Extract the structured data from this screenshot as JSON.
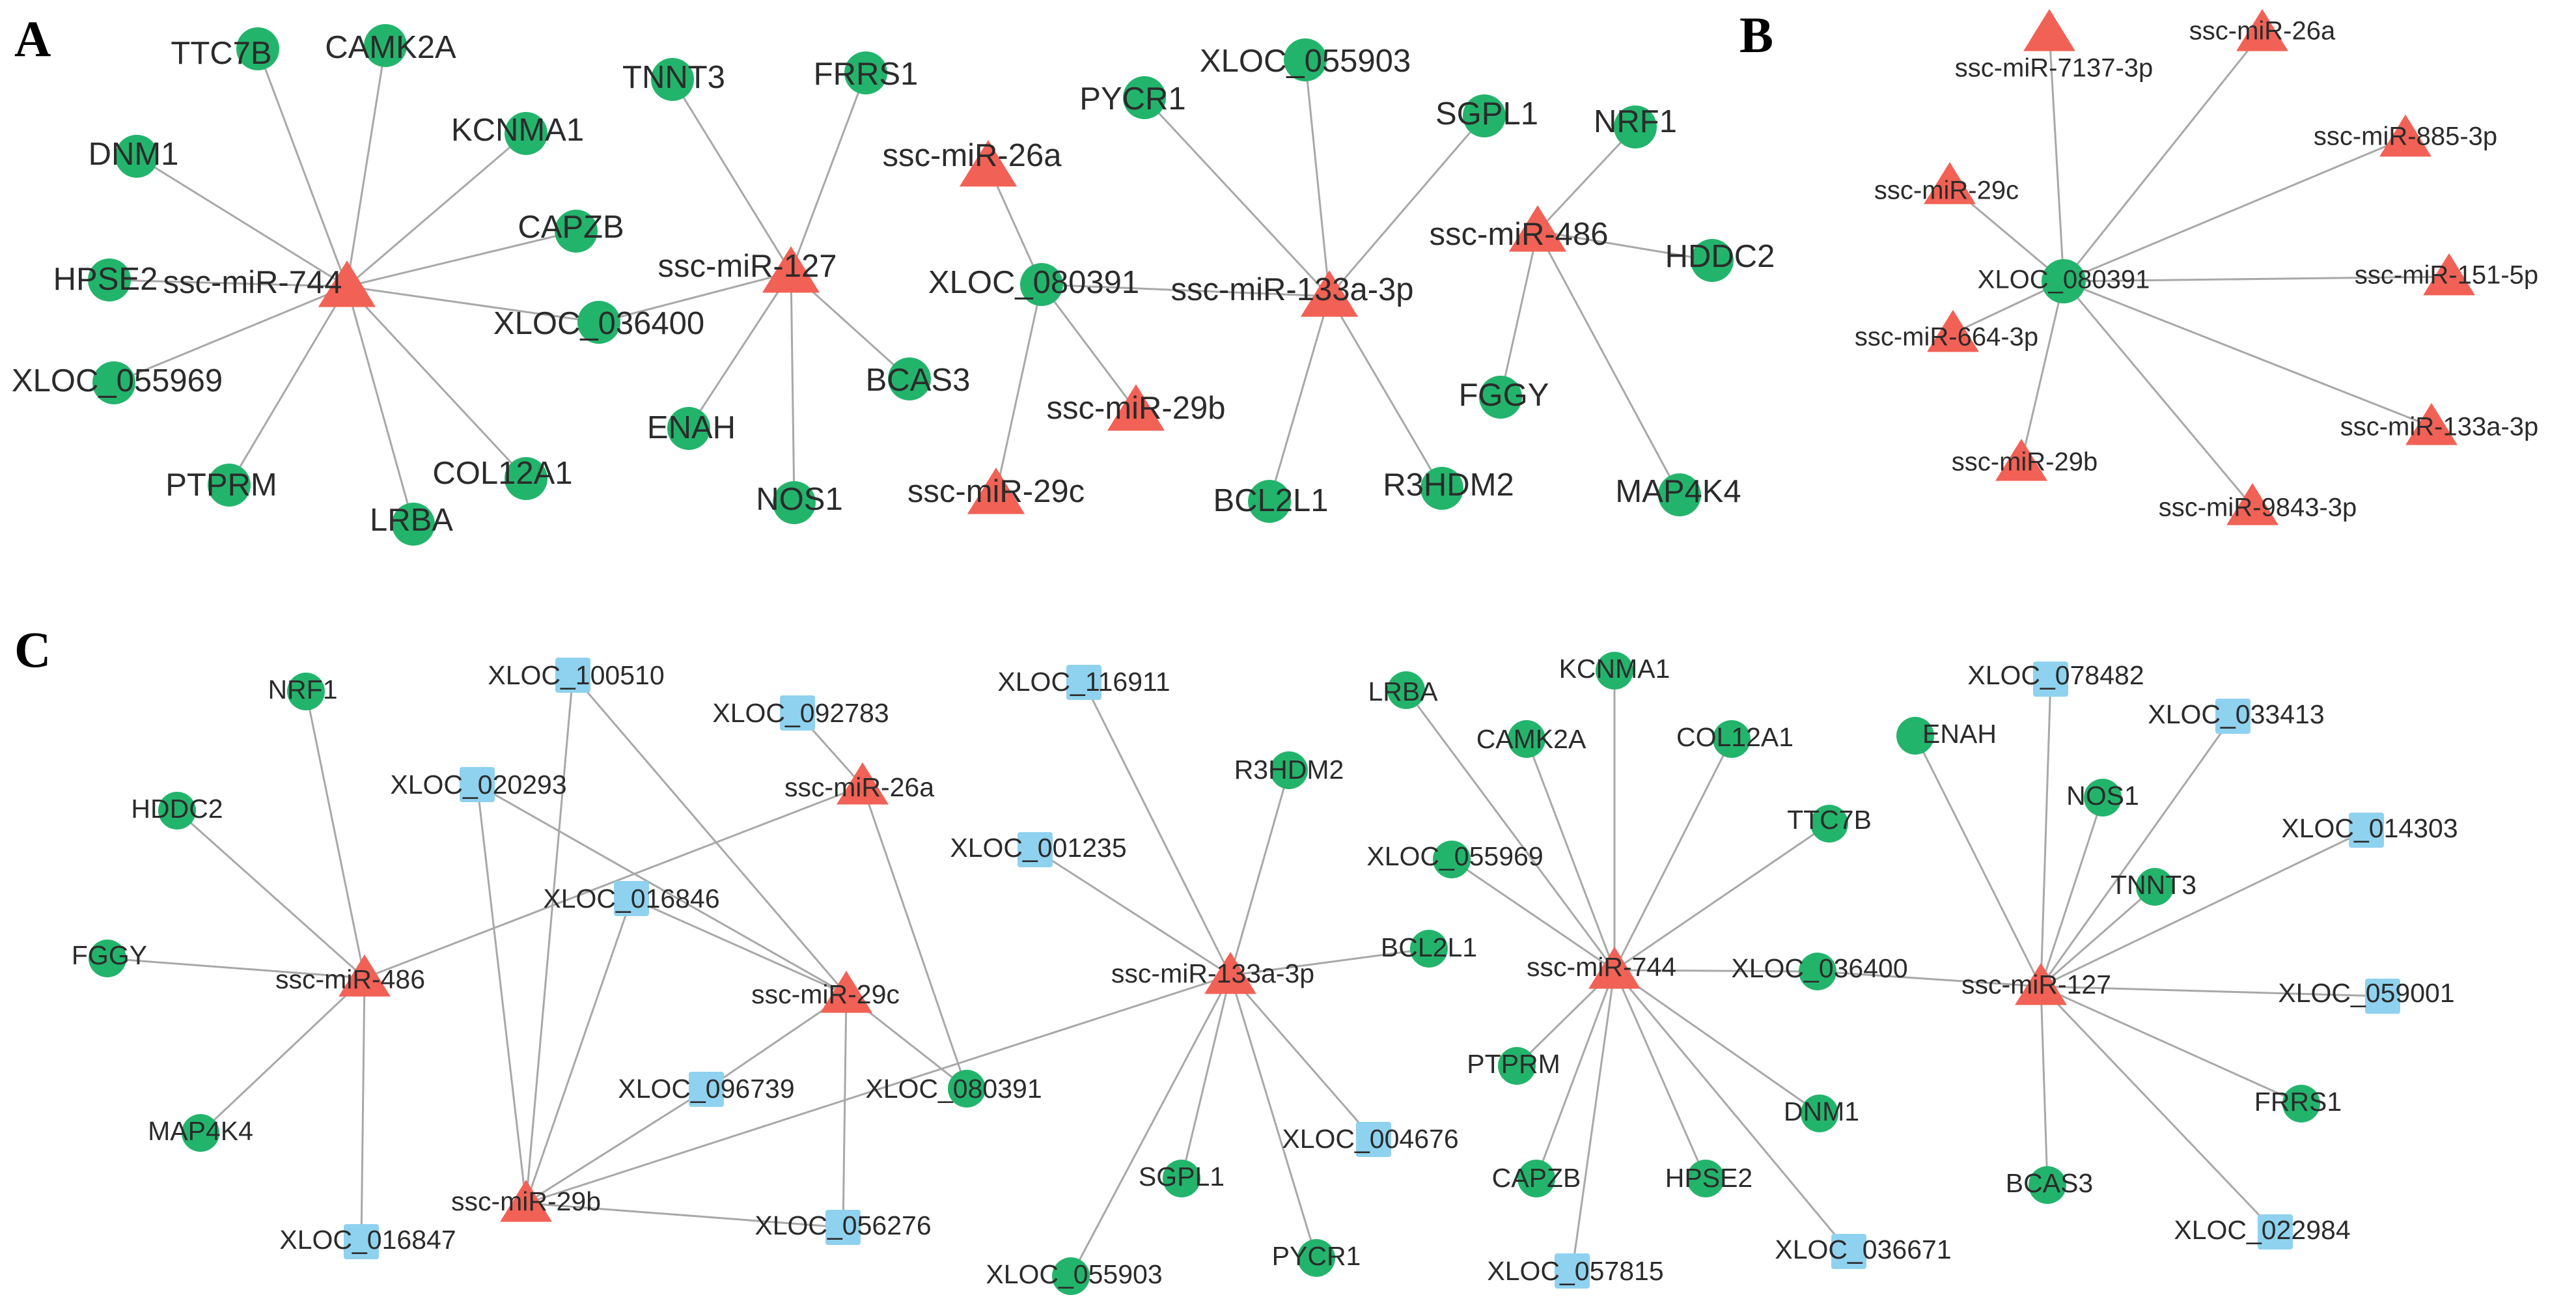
{
  "panels": [
    {
      "letter": "A",
      "nodes": [
        {
          "id": "a_m744",
          "label": "ssc-miR-744",
          "shape": "triangle"
        },
        {
          "id": "a_ttc7b",
          "label": "TTC7B",
          "shape": "circle"
        },
        {
          "id": "a_camk2a",
          "label": "CAMK2A",
          "shape": "circle"
        },
        {
          "id": "a_dnm1",
          "label": "DNM1",
          "shape": "circle"
        },
        {
          "id": "a_kcnma1",
          "label": "KCNMA1",
          "shape": "circle"
        },
        {
          "id": "a_capzb",
          "label": "CAPZB",
          "shape": "circle"
        },
        {
          "id": "a_hpse2",
          "label": "HPSE2",
          "shape": "circle"
        },
        {
          "id": "a_x036400",
          "label": "XLOC_036400",
          "shape": "circle"
        },
        {
          "id": "a_x055969",
          "label": "XLOC_055969",
          "shape": "circle"
        },
        {
          "id": "a_col12a1",
          "label": "COL12A1",
          "shape": "circle"
        },
        {
          "id": "a_ptprm",
          "label": "PTPRM",
          "shape": "circle"
        },
        {
          "id": "a_lrba",
          "label": "LRBA",
          "shape": "circle"
        },
        {
          "id": "a_m127",
          "label": "ssc-miR-127",
          "shape": "triangle"
        },
        {
          "id": "a_tnnt3",
          "label": "TNNT3",
          "shape": "circle"
        },
        {
          "id": "a_frrs1",
          "label": "FRRS1",
          "shape": "circle"
        },
        {
          "id": "a_enah",
          "label": "ENAH",
          "shape": "circle"
        },
        {
          "id": "a_nos1",
          "label": "NOS1",
          "shape": "circle"
        },
        {
          "id": "a_bcas3",
          "label": "BCAS3",
          "shape": "circle"
        },
        {
          "id": "a_m26a",
          "label": "ssc-miR-26a",
          "shape": "triangle"
        },
        {
          "id": "a_x080391",
          "label": "XLOC_080391",
          "shape": "circle"
        },
        {
          "id": "a_m29b",
          "label": "ssc-miR-29b",
          "shape": "triangle"
        },
        {
          "id": "a_m29c",
          "label": "ssc-miR-29c",
          "shape": "triangle"
        },
        {
          "id": "a_m133",
          "label": "ssc-miR-133a-3p",
          "shape": "triangle"
        },
        {
          "id": "a_pycr1",
          "label": "PYCR1",
          "shape": "circle"
        },
        {
          "id": "a_x055903",
          "label": "XLOC_055903",
          "shape": "circle"
        },
        {
          "id": "a_sgpl1",
          "label": "SGPL1",
          "shape": "circle"
        },
        {
          "id": "a_bcl2l1",
          "label": "BCL2L1",
          "shape": "circle"
        },
        {
          "id": "a_r3hdm2",
          "label": "R3HDM2",
          "shape": "circle"
        },
        {
          "id": "a_m486",
          "label": "ssc-miR-486",
          "shape": "triangle"
        },
        {
          "id": "a_nrf1",
          "label": "NRF1",
          "shape": "circle"
        },
        {
          "id": "a_hddc2",
          "label": "HDDC2",
          "shape": "circle"
        },
        {
          "id": "a_fggy",
          "label": "FGGY",
          "shape": "circle"
        },
        {
          "id": "a_map4k4",
          "label": "MAP4K4",
          "shape": "circle"
        }
      ],
      "edges": [
        [
          "a_m744",
          "a_ttc7b"
        ],
        [
          "a_m744",
          "a_camk2a"
        ],
        [
          "a_m744",
          "a_dnm1"
        ],
        [
          "a_m744",
          "a_kcnma1"
        ],
        [
          "a_m744",
          "a_capzb"
        ],
        [
          "a_m744",
          "a_hpse2"
        ],
        [
          "a_m744",
          "a_x036400"
        ],
        [
          "a_m744",
          "a_x055969"
        ],
        [
          "a_m744",
          "a_col12a1"
        ],
        [
          "a_m744",
          "a_ptprm"
        ],
        [
          "a_m744",
          "a_lrba"
        ],
        [
          "a_m127",
          "a_tnnt3"
        ],
        [
          "a_m127",
          "a_frrs1"
        ],
        [
          "a_m127",
          "a_x036400"
        ],
        [
          "a_m127",
          "a_enah"
        ],
        [
          "a_m127",
          "a_nos1"
        ],
        [
          "a_m127",
          "a_bcas3"
        ],
        [
          "a_x080391",
          "a_m26a"
        ],
        [
          "a_x080391",
          "a_m29b"
        ],
        [
          "a_x080391",
          "a_m29c"
        ],
        [
          "a_x080391",
          "a_m133"
        ],
        [
          "a_m133",
          "a_pycr1"
        ],
        [
          "a_m133",
          "a_x055903"
        ],
        [
          "a_m133",
          "a_sgpl1"
        ],
        [
          "a_m133",
          "a_bcl2l1"
        ],
        [
          "a_m133",
          "a_r3hdm2"
        ],
        [
          "a_m486",
          "a_nrf1"
        ],
        [
          "a_m486",
          "a_hddc2"
        ],
        [
          "a_m486",
          "a_fggy"
        ],
        [
          "a_m486",
          "a_map4k4"
        ]
      ]
    },
    {
      "letter": "B",
      "nodes": [
        {
          "id": "b_x080391",
          "label": "XLOC_080391",
          "shape": "circle"
        },
        {
          "id": "b_m26a",
          "label": "ssc-miR-26a",
          "shape": "triangle"
        },
        {
          "id": "b_m7137",
          "label": "ssc-miR-7137-3p",
          "shape": "triangle"
        },
        {
          "id": "b_m885",
          "label": "ssc-miR-885-3p",
          "shape": "triangle"
        },
        {
          "id": "b_m29c",
          "label": "ssc-miR-29c",
          "shape": "triangle"
        },
        {
          "id": "b_m151",
          "label": "ssc-miR-151-5p",
          "shape": "triangle"
        },
        {
          "id": "b_m664",
          "label": "ssc-miR-664-3p",
          "shape": "triangle"
        },
        {
          "id": "b_m133",
          "label": "ssc-miR-133a-3p",
          "shape": "triangle"
        },
        {
          "id": "b_m29b",
          "label": "ssc-miR-29b",
          "shape": "triangle"
        },
        {
          "id": "b_m9843",
          "label": "ssc-miR-9843-3p",
          "shape": "triangle"
        }
      ],
      "edges": [
        [
          "b_x080391",
          "b_m26a"
        ],
        [
          "b_x080391",
          "b_m7137"
        ],
        [
          "b_x080391",
          "b_m885"
        ],
        [
          "b_x080391",
          "b_m29c"
        ],
        [
          "b_x080391",
          "b_m151"
        ],
        [
          "b_x080391",
          "b_m664"
        ],
        [
          "b_x080391",
          "b_m133"
        ],
        [
          "b_x080391",
          "b_m29b"
        ],
        [
          "b_x080391",
          "b_m9843"
        ]
      ]
    },
    {
      "letter": "C",
      "nodes": [
        {
          "id": "c_m486",
          "label": "ssc-miR-486",
          "shape": "triangle"
        },
        {
          "id": "c_nrf1",
          "label": "NRF1",
          "shape": "circle"
        },
        {
          "id": "c_hddc2",
          "label": "HDDC2",
          "shape": "circle"
        },
        {
          "id": "c_fggy",
          "label": "FGGY",
          "shape": "circle"
        },
        {
          "id": "c_map4k4",
          "label": "MAP4K4",
          "shape": "circle"
        },
        {
          "id": "c_x016847",
          "label": "XLOC_016847",
          "shape": "square"
        },
        {
          "id": "c_x100510",
          "label": "XLOC_100510",
          "shape": "square"
        },
        {
          "id": "c_x092783",
          "label": "XLOC_092783",
          "shape": "square"
        },
        {
          "id": "c_x020293",
          "label": "XLOC_020293",
          "shape": "square"
        },
        {
          "id": "c_m26a",
          "label": "ssc-miR-26a",
          "shape": "triangle"
        },
        {
          "id": "c_x016846",
          "label": "XLOC_016846",
          "shape": "square"
        },
        {
          "id": "c_m29c",
          "label": "ssc-miR-29c",
          "shape": "triangle"
        },
        {
          "id": "c_x096739",
          "label": "XLOC_096739",
          "shape": "square"
        },
        {
          "id": "c_x080391",
          "label": "XLOC_080391",
          "shape": "circle"
        },
        {
          "id": "c_m29b",
          "label": "ssc-miR-29b",
          "shape": "triangle"
        },
        {
          "id": "c_x056276",
          "label": "XLOC_056276",
          "shape": "square"
        },
        {
          "id": "c_x116911",
          "label": "XLOC_116911",
          "shape": "square"
        },
        {
          "id": "c_x001235",
          "label": "XLOC_001235",
          "shape": "square"
        },
        {
          "id": "c_r3hdm2",
          "label": "R3HDM2",
          "shape": "circle"
        },
        {
          "id": "c_m133",
          "label": "ssc-miR-133a-3p",
          "shape": "triangle"
        },
        {
          "id": "c_bcl2l1",
          "label": "BCL2L1",
          "shape": "circle"
        },
        {
          "id": "c_x004676",
          "label": "XLOC_004676",
          "shape": "square"
        },
        {
          "id": "c_sgpl1",
          "label": "SGPL1",
          "shape": "circle"
        },
        {
          "id": "c_pycr1",
          "label": "PYCR1",
          "shape": "circle"
        },
        {
          "id": "c_x055903",
          "label": "XLOC_055903",
          "shape": "circle"
        },
        {
          "id": "c_m744",
          "label": "ssc-miR-744",
          "shape": "triangle"
        },
        {
          "id": "c_lrba",
          "label": "LRBA",
          "shape": "circle"
        },
        {
          "id": "c_kcnma1",
          "label": "KCNMA1",
          "shape": "circle"
        },
        {
          "id": "c_camk2a",
          "label": "CAMK2A",
          "shape": "circle"
        },
        {
          "id": "c_col12a1",
          "label": "COL12A1",
          "shape": "circle"
        },
        {
          "id": "c_x055969",
          "label": "XLOC_055969",
          "shape": "circle"
        },
        {
          "id": "c_ttc7b",
          "label": "TTC7B",
          "shape": "circle"
        },
        {
          "id": "c_x036400",
          "label": "XLOC_036400",
          "shape": "circle"
        },
        {
          "id": "c_ptprm",
          "label": "PTPRM",
          "shape": "circle"
        },
        {
          "id": "c_dnm1",
          "label": "DNM1",
          "shape": "circle"
        },
        {
          "id": "c_capzb",
          "label": "CAPZB",
          "shape": "circle"
        },
        {
          "id": "c_hpse2",
          "label": "HPSE2",
          "shape": "circle"
        },
        {
          "id": "c_x057815",
          "label": "XLOC_057815",
          "shape": "square"
        },
        {
          "id": "c_x036671",
          "label": "XLOC_036671",
          "shape": "square"
        },
        {
          "id": "c_m127",
          "label": "ssc-miR-127",
          "shape": "triangle"
        },
        {
          "id": "c_x078482",
          "label": "XLOC_078482",
          "shape": "square"
        },
        {
          "id": "c_enah",
          "label": "ENAH",
          "shape": "circle"
        },
        {
          "id": "c_x033413",
          "label": "XLOC_033413",
          "shape": "square"
        },
        {
          "id": "c_nos1",
          "label": "NOS1",
          "shape": "circle"
        },
        {
          "id": "c_x014303",
          "label": "XLOC_014303",
          "shape": "square"
        },
        {
          "id": "c_tnnt3",
          "label": "TNNT3",
          "shape": "circle"
        },
        {
          "id": "c_x059001",
          "label": "XLOC_059001",
          "shape": "square"
        },
        {
          "id": "c_frrs1",
          "label": "FRRS1",
          "shape": "circle"
        },
        {
          "id": "c_bcas3",
          "label": "BCAS3",
          "shape": "circle"
        },
        {
          "id": "c_x022984",
          "label": "XLOC_022984",
          "shape": "square"
        }
      ],
      "edges": [
        [
          "c_m486",
          "c_nrf1"
        ],
        [
          "c_m486",
          "c_hddc2"
        ],
        [
          "c_m486",
          "c_fggy"
        ],
        [
          "c_m486",
          "c_map4k4"
        ],
        [
          "c_m486",
          "c_x016847"
        ],
        [
          "c_m486",
          "c_m26a"
        ],
        [
          "c_m26a",
          "c_x092783"
        ],
        [
          "c_m26a",
          "c_x080391"
        ],
        [
          "c_m29c",
          "c_x100510"
        ],
        [
          "c_m29c",
          "c_x020293"
        ],
        [
          "c_m29c",
          "c_x016846"
        ],
        [
          "c_m29c",
          "c_x096739"
        ],
        [
          "c_m29c",
          "c_x056276"
        ],
        [
          "c_m29c",
          "c_x080391"
        ],
        [
          "c_m29b",
          "c_x100510"
        ],
        [
          "c_m29b",
          "c_x020293"
        ],
        [
          "c_m29b",
          "c_x016846"
        ],
        [
          "c_m29b",
          "c_x096739"
        ],
        [
          "c_m29b",
          "c_x056276"
        ],
        [
          "c_m29b",
          "c_m133"
        ],
        [
          "c_m133",
          "c_x116911"
        ],
        [
          "c_m133",
          "c_x001235"
        ],
        [
          "c_m133",
          "c_r3hdm2"
        ],
        [
          "c_m133",
          "c_bcl2l1"
        ],
        [
          "c_m133",
          "c_x004676"
        ],
        [
          "c_m133",
          "c_sgpl1"
        ],
        [
          "c_m133",
          "c_pycr1"
        ],
        [
          "c_m133",
          "c_x055903"
        ],
        [
          "c_m744",
          "c_lrba"
        ],
        [
          "c_m744",
          "c_kcnma1"
        ],
        [
          "c_m744",
          "c_camk2a"
        ],
        [
          "c_m744",
          "c_col12a1"
        ],
        [
          "c_m744",
          "c_x055969"
        ],
        [
          "c_m744",
          "c_ttc7b"
        ],
        [
          "c_m744",
          "c_x036400"
        ],
        [
          "c_m744",
          "c_ptprm"
        ],
        [
          "c_m744",
          "c_dnm1"
        ],
        [
          "c_m744",
          "c_capzb"
        ],
        [
          "c_m744",
          "c_hpse2"
        ],
        [
          "c_m744",
          "c_x057815"
        ],
        [
          "c_m744",
          "c_x036671"
        ],
        [
          "c_m127",
          "c_x036400"
        ],
        [
          "c_m127",
          "c_x078482"
        ],
        [
          "c_m127",
          "c_enah"
        ],
        [
          "c_m127",
          "c_x033413"
        ],
        [
          "c_m127",
          "c_nos1"
        ],
        [
          "c_m127",
          "c_x014303"
        ],
        [
          "c_m127",
          "c_tnnt3"
        ],
        [
          "c_m127",
          "c_x059001"
        ],
        [
          "c_m127",
          "c_frrs1"
        ],
        [
          "c_m127",
          "c_bcas3"
        ],
        [
          "c_m127",
          "c_x022984"
        ]
      ]
    }
  ],
  "colors": {
    "mirna_triangle": "#f26155",
    "gene_circle": "#23b46c",
    "lncrna_square": "#8fd2ef",
    "edge": "#a8a8a8"
  }
}
